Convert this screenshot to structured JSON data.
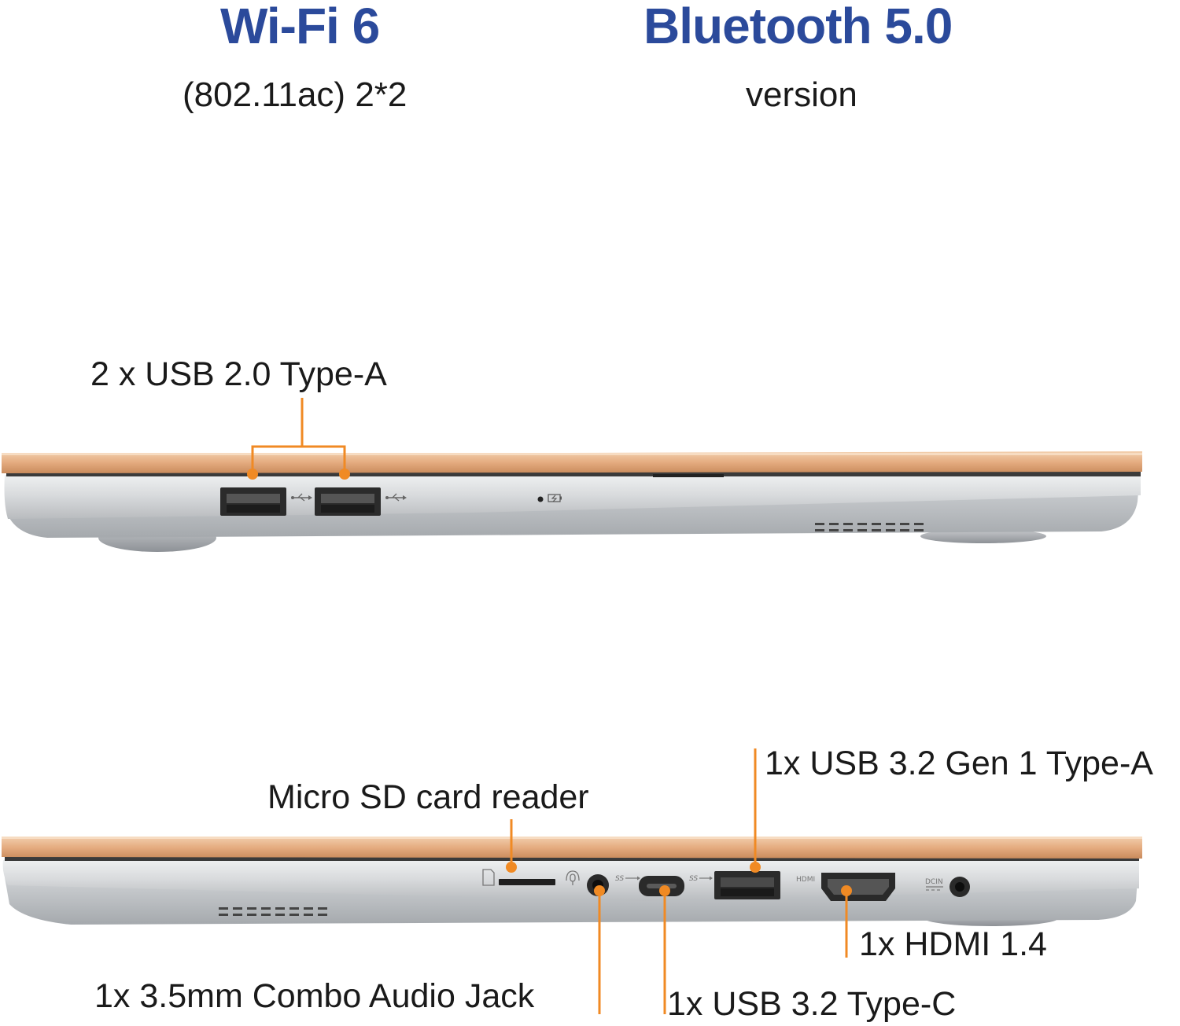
{
  "header": {
    "wifi": {
      "title": "Wi-Fi 6",
      "detail": "(802.11ac) 2*2"
    },
    "bluetooth": {
      "title": "Bluetooth 5.0",
      "detail": "version"
    }
  },
  "left_side": {
    "callouts": {
      "usb2": "2 x USB 2.0 Type-A"
    }
  },
  "right_side": {
    "callouts": {
      "sd": "Micro SD card reader",
      "usb32a": "1x USB 3.2 Gen 1 Type-A",
      "hdmi": "1x HDMI 1.4",
      "audio": "1x 3.5mm Combo Audio Jack",
      "usbc": "1x USB 3.2 Type-C"
    },
    "port_labels": {
      "hdmi": "HDMI",
      "dcin": "DCIN"
    }
  },
  "colors": {
    "headline": "#2b4a9b",
    "callout_line": "#f08a24",
    "lid_gold": "#e7b48e",
    "body_silver": "#d6d8da"
  }
}
